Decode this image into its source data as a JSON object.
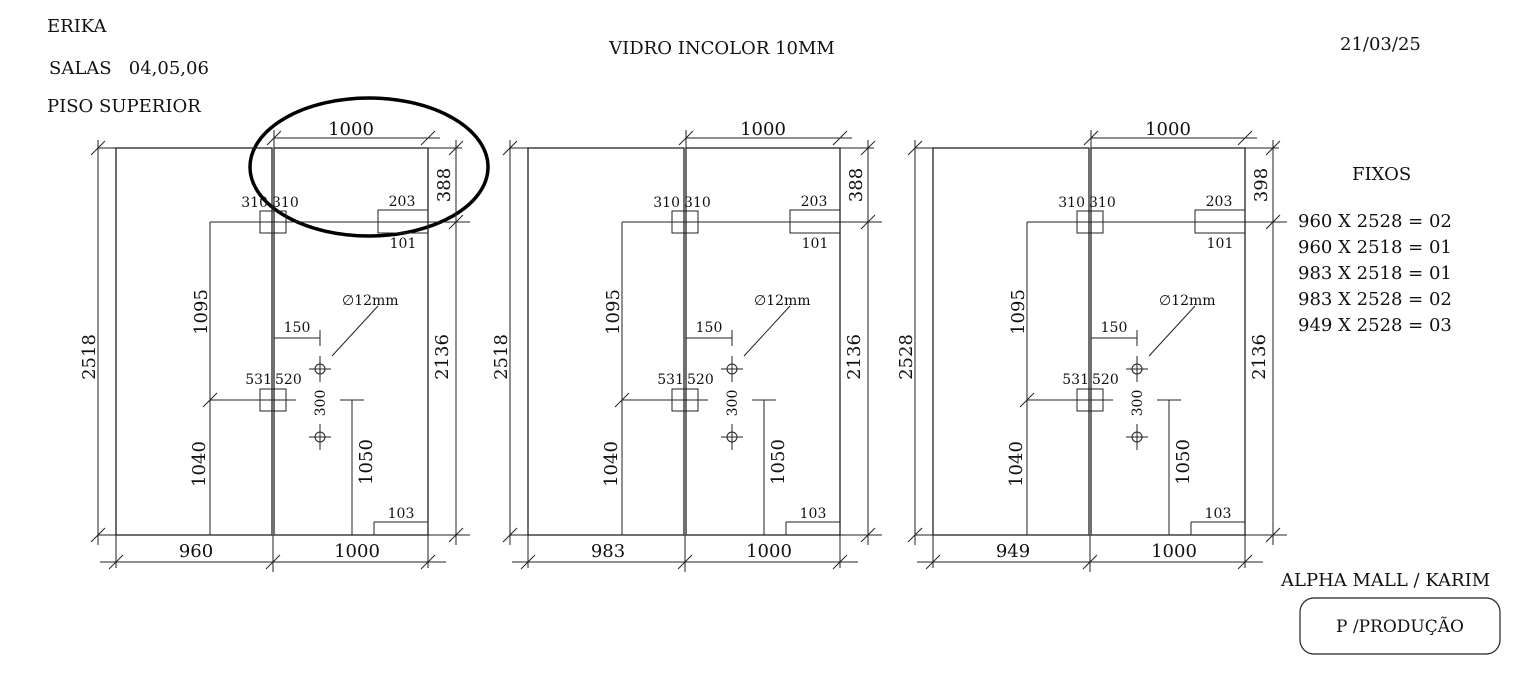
{
  "header": {
    "client": "ERIKA",
    "rooms": "SALAS   04,05,06",
    "floor": "PISO SUPERIOR",
    "material": "VIDRO INCOLOR 10MM",
    "date": "21/03/25"
  },
  "panels": [
    {
      "top_width": "1000",
      "top_height": "388",
      "left_height": "2518",
      "right_height": "2136",
      "bottom_fixed": "960",
      "bottom_door": "1000",
      "hinge_top_left": "310",
      "hinge_top_right": "310",
      "top_fitting": "203",
      "top_fitting_below": "101",
      "upper_left": "1095",
      "lower_left": "1040",
      "lock_a": "531",
      "lock_b": "520",
      "handle_offset": "150",
      "hole": "∅12mm",
      "hole_spacing": "300",
      "handle_height": "1050",
      "bottom_fitting": "103"
    },
    {
      "top_width": "1000",
      "top_height": "388",
      "left_height": "2518",
      "right_height": "2136",
      "bottom_fixed": "983",
      "bottom_door": "1000",
      "hinge_top_left": "310",
      "hinge_top_right": "310",
      "top_fitting": "203",
      "top_fitting_below": "101",
      "upper_left": "1095",
      "lower_left": "1040",
      "lock_a": "531",
      "lock_b": "520",
      "handle_offset": "150",
      "hole": "∅12mm",
      "hole_spacing": "300",
      "handle_height": "1050",
      "bottom_fitting": "103"
    },
    {
      "top_width": "1000",
      "top_height": "398",
      "left_height": "2528",
      "right_height": "2136",
      "bottom_fixed": "949",
      "bottom_door": "1000",
      "hinge_top_left": "310",
      "hinge_top_right": "310",
      "top_fitting": "203",
      "top_fitting_below": "101",
      "upper_left": "1095",
      "lower_left": "1040",
      "lock_a": "531",
      "lock_b": "520",
      "handle_offset": "150",
      "hole": "∅12mm",
      "hole_spacing": "300",
      "handle_height": "1050",
      "bottom_fitting": "103"
    }
  ],
  "fixos": {
    "title": "FIXOS",
    "items": [
      "960 X 2528 = 02",
      "960 X 2518 = 01",
      "983 X 2518 = 01",
      "983 X 2528 = 02",
      "949 X 2528 = 03"
    ]
  },
  "footer": {
    "client_site": "ALPHA MALL / KARIM",
    "stamp": "P /PRODUÇÃO"
  }
}
